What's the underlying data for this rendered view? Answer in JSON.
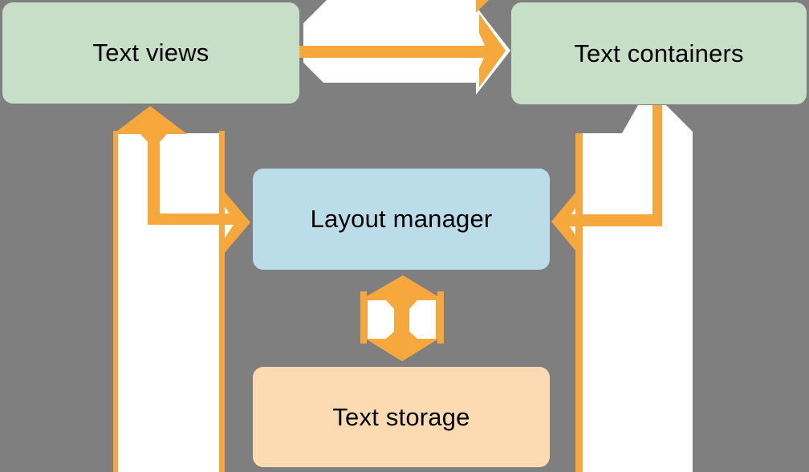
{
  "colors": {
    "background": "#7f7f7f",
    "node_green": "#c7dfc6",
    "node_blue": "#badde9",
    "node_peach": "#fcdbb2",
    "arrow_orange": "#f6a83d",
    "arrow_white": "#ffffff",
    "text": "#000000"
  },
  "nodes": {
    "text_views": {
      "label": "Text views"
    },
    "text_containers": {
      "label": "Text containers"
    },
    "layout_manager": {
      "label": "Layout manager"
    },
    "text_storage": {
      "label": "Text storage"
    }
  }
}
